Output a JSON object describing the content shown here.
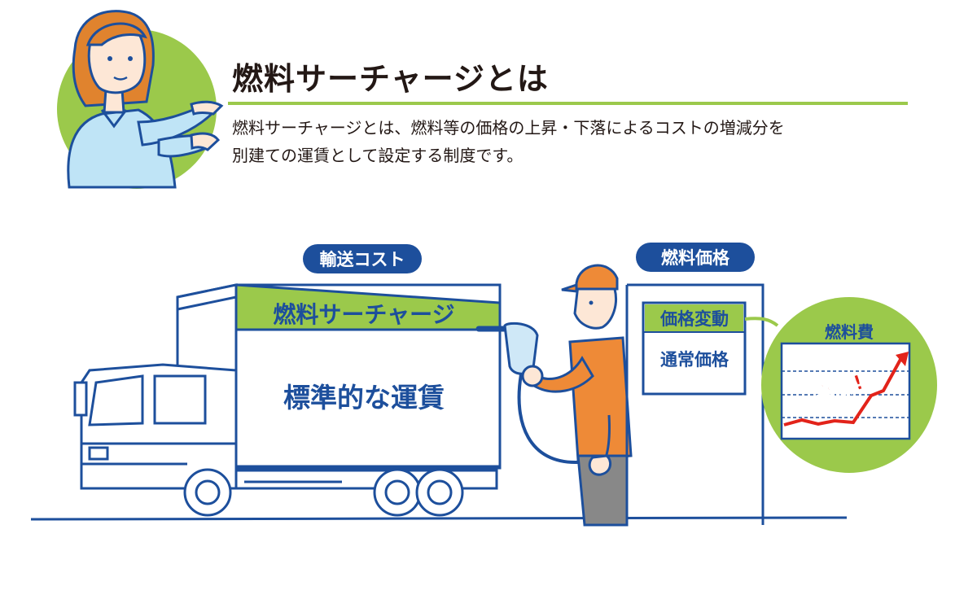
{
  "header": {
    "title": "燃料サーチャージとは",
    "description": [
      "燃料サーチャージとは、燃料等の価格の上昇・下落によるコストの増減分を",
      "別建ての運賃として設定する制度です。"
    ]
  },
  "diagram": {
    "truck_badge": "輸送コスト",
    "truck_top_label": "燃料サーチャージ",
    "truck_main_label": "標準的な運賃",
    "price_badge": "燃料価格",
    "price_change_label": "価格変動",
    "normal_price_label": "通常価格",
    "bubble_title": "燃料費",
    "bubble_callout": "高騰!"
  },
  "colors": {
    "blue": "#1d4f9c",
    "green": "#9bc94b",
    "orange": "#ee8a37",
    "red": "#e2231a",
    "dark": "#231815"
  }
}
